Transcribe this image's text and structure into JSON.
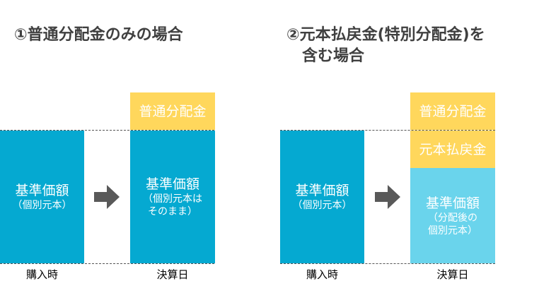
{
  "left": {
    "title": "①普通分配金のみの場合",
    "before_block": {
      "title": "基準価額",
      "subtitle": "（個別元本）"
    },
    "after_dividend": "普通分配金",
    "after_block": {
      "title": "基準価額",
      "line1": "（個別元本は",
      "line2": "そのまま）"
    },
    "label_before": "購入時",
    "label_after": "決算日"
  },
  "right": {
    "title_line1": "②元本払戻金(特別分配金)を",
    "title_line2": "含む場合",
    "before_block": {
      "title": "基準価額",
      "subtitle": "（個別元本）"
    },
    "after_dividend": "普通分配金",
    "after_return": "元本払戻金",
    "after_block": {
      "title": "基準価額",
      "line1": "（分配後の",
      "line2": "個別元本）"
    },
    "label_before": "購入時",
    "label_after": "決算日"
  },
  "colors": {
    "base_block": "#05a9d1",
    "reduced_block": "#6ad4ec",
    "dividend_block": "#ffd75c",
    "arrow": "#595959",
    "dash": "#555555"
  },
  "icons": {
    "arrow": "right-arrow-icon"
  }
}
